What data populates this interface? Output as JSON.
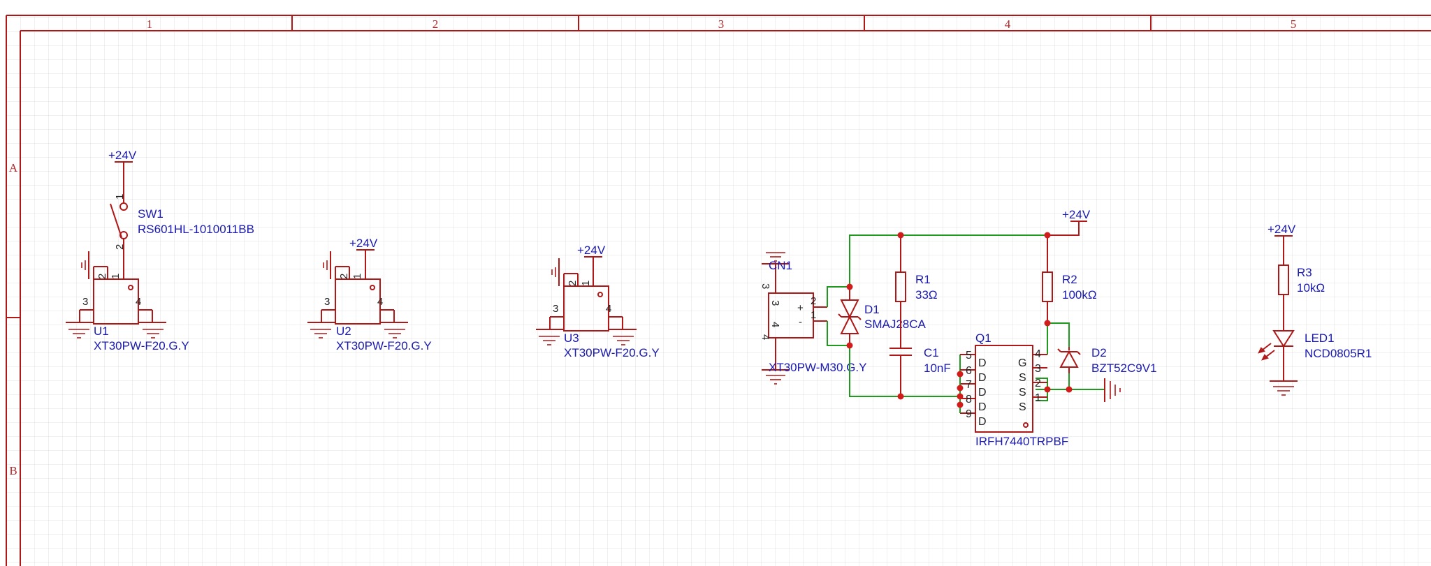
{
  "frame": {
    "columns": [
      "1",
      "2",
      "3",
      "4",
      "5"
    ],
    "rows": [
      "A",
      "B"
    ]
  },
  "colors": {
    "background": "#ffffff",
    "grid": "#e2e2e2",
    "frame": "#b22a2a",
    "symbol": "#b01818",
    "wire": "#1f9a1f",
    "label_text": "#1a1ab0",
    "pin_text": "#222222",
    "junction": "#d21c1c"
  },
  "net_labels": {
    "sw1": "+24V",
    "u2": "+24V",
    "u3": "+24V",
    "q1": "+24V",
    "led": "+24V"
  },
  "components": {
    "sw1": {
      "designator": "SW1",
      "value": "RS601HL-1010011BB",
      "pins": [
        "1",
        "2"
      ]
    },
    "u1": {
      "designator": "U1",
      "value": "XT30PW-F20.G.Y",
      "pins": [
        "2",
        "1",
        "3",
        "4"
      ]
    },
    "u2": {
      "designator": "U2",
      "value": "XT30PW-F20.G.Y",
      "pins": [
        "2",
        "1",
        "3",
        "4"
      ]
    },
    "u3": {
      "designator": "U3",
      "value": "XT30PW-F20.G.Y",
      "pins": [
        "2",
        "1",
        "3",
        "4"
      ]
    },
    "cn1": {
      "designator": "CN1",
      "value": "XT30PW-M30.G.Y",
      "pins": [
        "3",
        "2",
        "1",
        "4"
      ],
      "signs": [
        "+",
        "-"
      ]
    },
    "d1": {
      "designator": "D1",
      "value": "SMAJ28CA"
    },
    "r1": {
      "designator": "R1",
      "value": "33Ω"
    },
    "c1": {
      "designator": "C1",
      "value": "10nF"
    },
    "r2": {
      "designator": "R2",
      "value": "100kΩ"
    },
    "d2": {
      "designator": "D2",
      "value": "BZT52C9V1"
    },
    "q1": {
      "designator": "Q1",
      "value": "IRFH7440TRPBF",
      "left_pins": [
        "5",
        "6",
        "7",
        "8",
        "9"
      ],
      "left_names": [
        "D",
        "D",
        "D",
        "D",
        "D"
      ],
      "right_pins": [
        "4",
        "3",
        "2",
        "1"
      ],
      "right_names": [
        "G",
        "S",
        "S",
        "S"
      ]
    },
    "r3": {
      "designator": "R3",
      "value": "10kΩ"
    },
    "led1": {
      "designator": "LED1",
      "value": "NCD0805R1"
    }
  }
}
